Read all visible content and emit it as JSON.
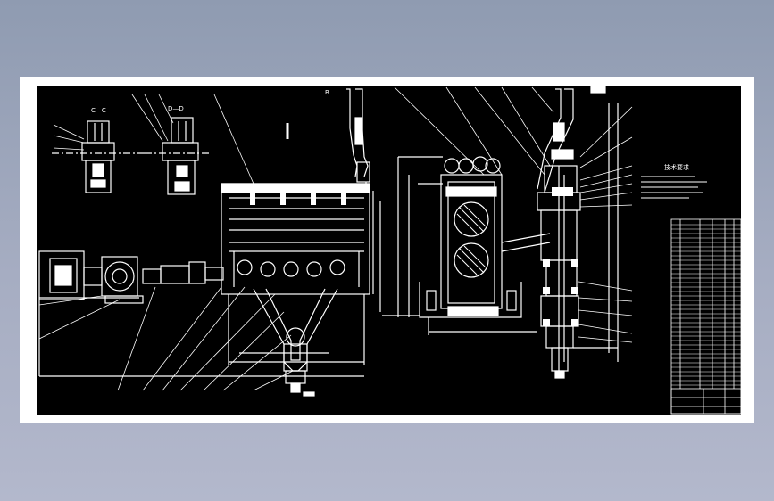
{
  "drawing": {
    "section_labels": [
      {
        "id": "section-c",
        "text": "C—C"
      },
      {
        "id": "section-d",
        "text": "D—D"
      },
      {
        "id": "section-b",
        "text": "B"
      }
    ],
    "tech_requirements_title": "技术要求",
    "colors": {
      "background": "#000000",
      "line": "#ffffff",
      "frame": "#ffffff",
      "backdrop": "#9aa3b8"
    }
  }
}
